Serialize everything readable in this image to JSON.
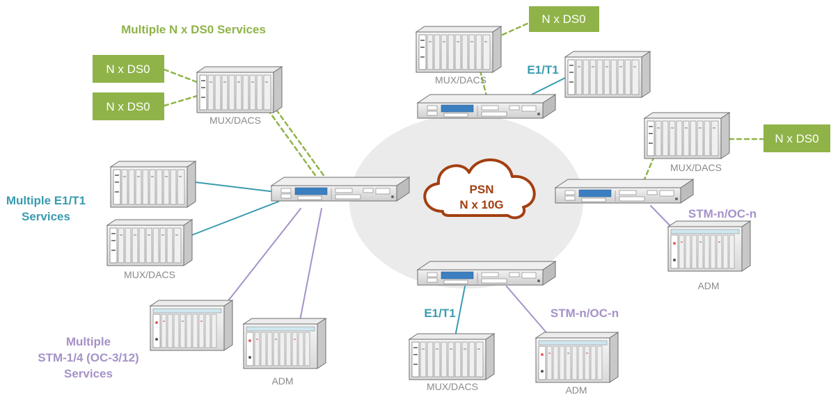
{
  "colors": {
    "green": "#8fb348",
    "blue": "#3a9bb0",
    "purple": "#a592c8",
    "cloud_outline": "#a33f10",
    "ellipse": "#ebebeb"
  },
  "labels": {
    "multiple_ds0": "Multiple N x DS0 Services",
    "multiple_e1t1_line1": "Multiple E1/T1",
    "multiple_e1t1_line2": "Services",
    "multiple_stm_line1": "Multiple",
    "multiple_stm_line2": "STM-1/4 (OC-3/12)",
    "multiple_stm_line3": "Services",
    "e1t1_top": "E1/T1",
    "e1t1_bottom": "E1/T1",
    "stm_right": "STM-n/OC-n",
    "stm_bottom": "STM-n/OC-n"
  },
  "ds0_boxes": {
    "left_top": "N x DS0",
    "left_bottom": "N x DS0",
    "top": "N x DS0",
    "right": "N x DS0"
  },
  "captions": {
    "mux_topleft": "MUX/DACS",
    "mux_top": "MUX/DACS",
    "mux_right": "MUX/DACS",
    "mux_left": "MUX/DACS",
    "mux_bottom": "MUX/DACS",
    "adm_left": "ADM",
    "adm_right": "ADM",
    "adm_bottom": "ADM"
  },
  "cloud": {
    "line1": "PSN",
    "line2": "N x 10G"
  }
}
